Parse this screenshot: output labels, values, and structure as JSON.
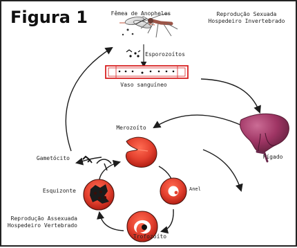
{
  "figure": {
    "title": "Figura 1"
  },
  "labels": {
    "mosquito_name": "Fêmea de Anopheles",
    "sexual_reproduction_line1": "Reprodução Sexuada",
    "sexual_reproduction_line2": "Hospedeiro Invertebrado",
    "sporozoites": "Esporozoítos",
    "blood_vessel": "Vaso sanguíneo",
    "merozoite": "Merozoíto",
    "liver": "Fígado",
    "gametocyte": "Gametócito",
    "schizont": "Esquizonte",
    "ring_stage": "Anel",
    "trophozoite": "Trofozoíto",
    "asexual_reproduction_line1": "Reprodução Assexuada",
    "asexual_reproduction_line2": "Hospedeiro Vertebrado"
  },
  "colors": {
    "cell_red": "#e4412f",
    "cell_dark": "#b72015",
    "liver_purple": "#9f3564",
    "liver_dark": "#62203d",
    "outline": "#1d1d1d",
    "text": "#202020"
  }
}
